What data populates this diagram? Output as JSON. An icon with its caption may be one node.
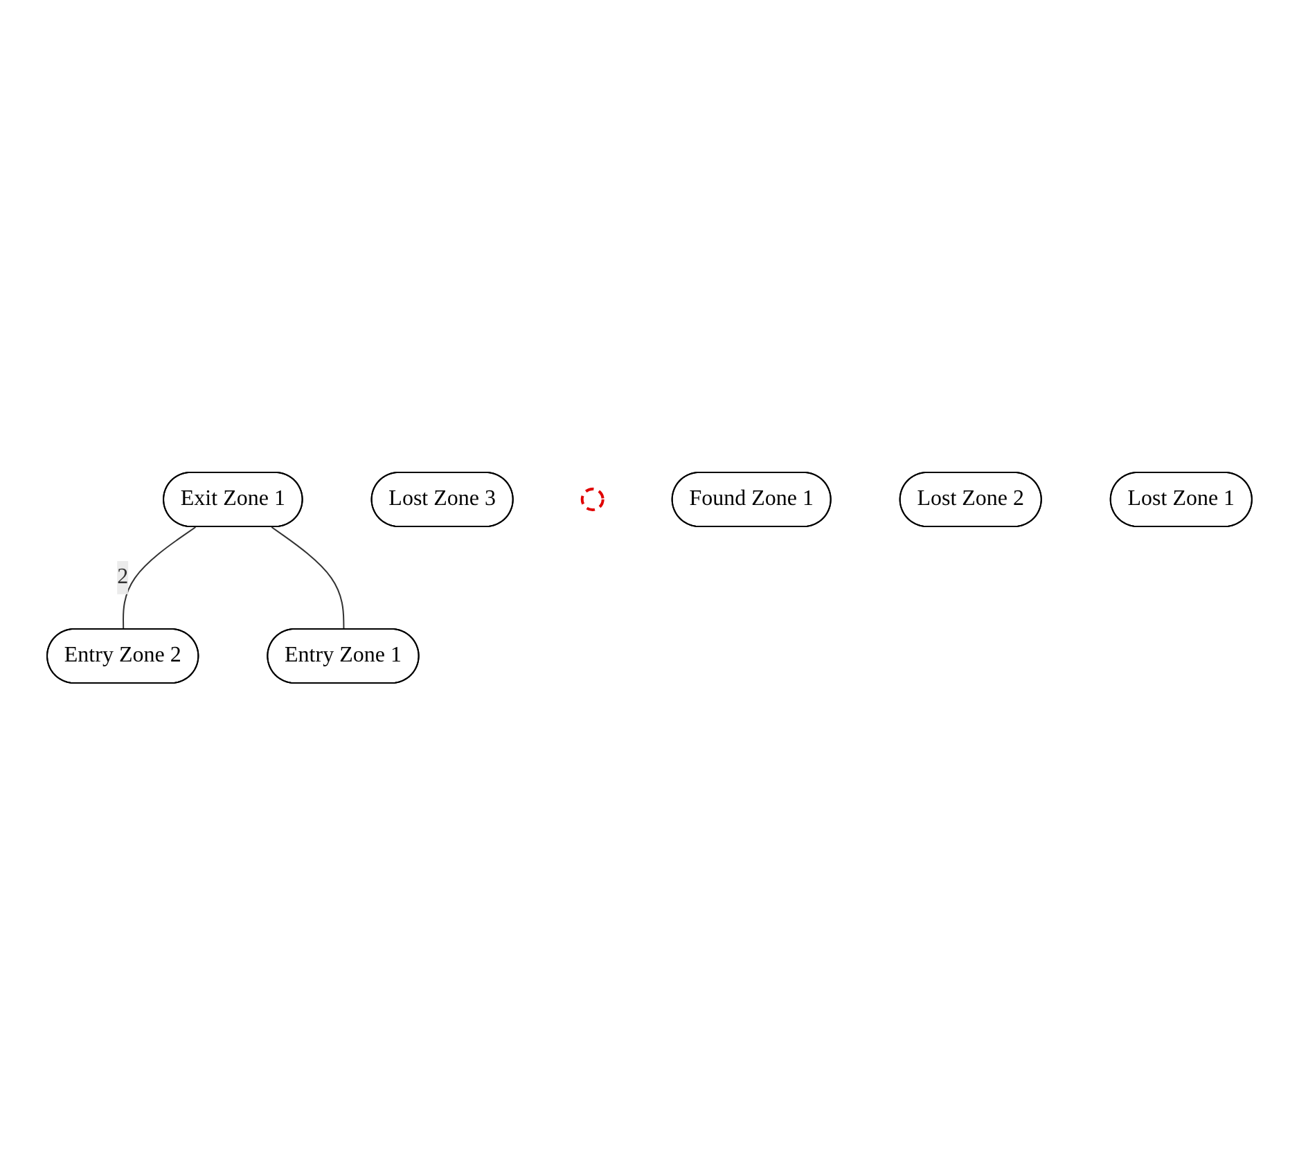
{
  "diagram": {
    "nodes": [
      {
        "text": [
          "Exit Zone 1"
        ]
      },
      {
        "text": [
          "Lost Zone 3"
        ]
      },
      {
        "text": [],
        "shape": "circle"
      },
      {
        "text": [
          "Found Zone 1"
        ]
      },
      {
        "text": [
          "Lost Zone 2"
        ]
      },
      {
        "text": [
          "Lost Zone 1"
        ]
      },
      {
        "text": [
          "Entry Zone 2"
        ]
      },
      {
        "text": [
          "Entry Zone 1"
        ]
      }
    ],
    "edges": [
      {
        "from": 0,
        "to": 6,
        "arrow": "none",
        "label": "2"
      },
      {
        "from": 0,
        "to": 7,
        "arrow": "none"
      }
    ]
  }
}
